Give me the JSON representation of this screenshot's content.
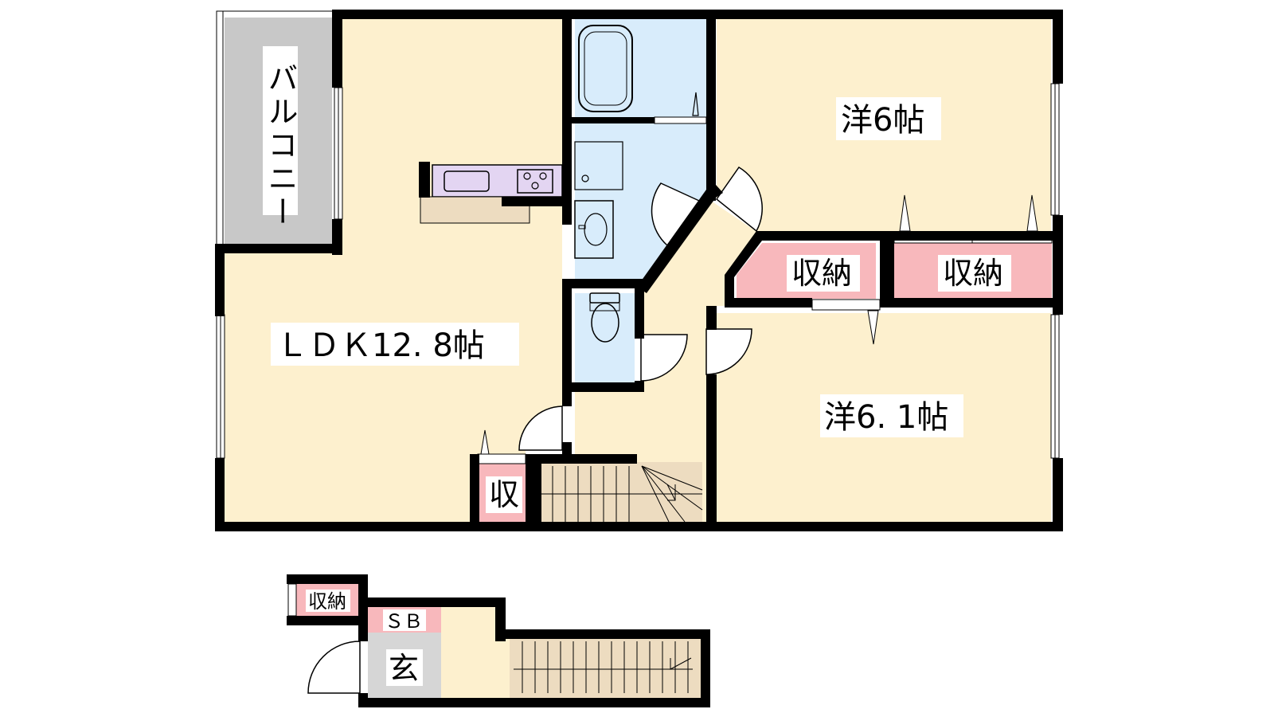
{
  "rooms": {
    "balcony": "バルコニー",
    "ldk": "ＬＤＫ12. 8帖",
    "western1": "洋6帖",
    "western2": "洋6. 1帖",
    "storage1": "収納",
    "storage2": "収納",
    "small_storage": "収",
    "entrance_storage": "収納",
    "shoe_box": "ＳＢ",
    "entrance": "玄"
  },
  "colors": {
    "room_fill": "#fdf0ce",
    "storage_fill": "#f8b8bc",
    "wet_fill": "#d8ecfb",
    "balcony_fill": "#c8c8c8",
    "entrance_fill": "#d6d6d6",
    "wall": "#000000",
    "kitchen_counter": "#e3d5f2",
    "kitchen_shelf": "#eddcc0"
  }
}
